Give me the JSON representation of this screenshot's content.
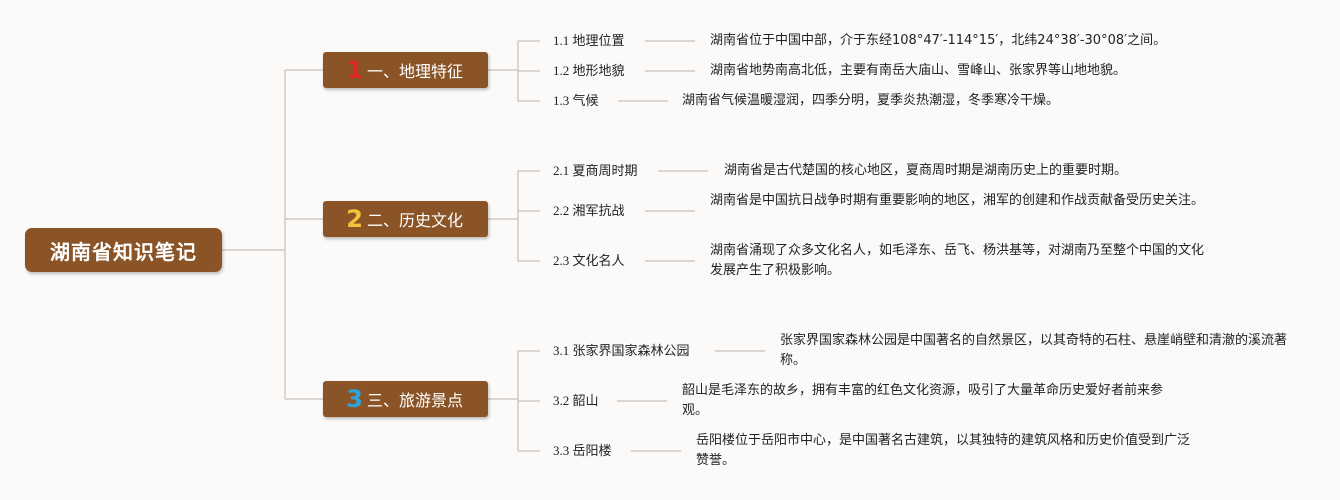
{
  "root": {
    "title": "湖南省知识笔记"
  },
  "branches": [
    {
      "number": "1",
      "number_color": "#e0262a",
      "label": "一、地理特征",
      "items": [
        {
          "label": "1.1 地理位置",
          "text": "湖南省位于中国中部，介于东经108°47′-114°15′，北纬24°38′-30°08′之间。"
        },
        {
          "label": "1.2 地形地貌",
          "text": "湖南省地势南高北低，主要有南岳大庙山、雪峰山、张家界等山地地貌。"
        },
        {
          "label": "1.3 气候",
          "text": "湖南省气候温暖湿润，四季分明，夏季炎热潮湿，冬季寒冷干燥。"
        }
      ]
    },
    {
      "number": "2",
      "number_color": "#f5c33b",
      "label": "二、历史文化",
      "items": [
        {
          "label": "2.1 夏商周时期",
          "text": "湖南省是古代楚国的核心地区，夏商周时期是湖南历史上的重要时期。"
        },
        {
          "label": "2.2 湘军抗战",
          "text": "湖南省是中国抗日战争时期有重要影响的地区，湘军的创建和作战贡献备受历史关注。"
        },
        {
          "label": "2.3 文化名人",
          "text": "湖南省涌现了众多文化名人，如毛泽东、岳飞、杨洪基等，对湖南乃至整个中国的文化发展产生了积极影响。"
        }
      ]
    },
    {
      "number": "3",
      "number_color": "#2fa4dc",
      "label": "三、旅游景点",
      "items": [
        {
          "label": "3.1 张家界国家森林公园",
          "text": "张家界国家森林公园是中国著名的自然景区，以其奇特的石柱、悬崖峭壁和清澈的溪流著称。"
        },
        {
          "label": "3.2 韶山",
          "text": "韶山是毛泽东的故乡，拥有丰富的红色文化资源，吸引了大量革命历史爱好者前来参观。"
        },
        {
          "label": "3.3 岳阳楼",
          "text": "岳阳楼位于岳阳市中心，是中国著名古建筑，以其独特的建筑风格和历史价值受到广泛赞誉。"
        }
      ]
    }
  ]
}
